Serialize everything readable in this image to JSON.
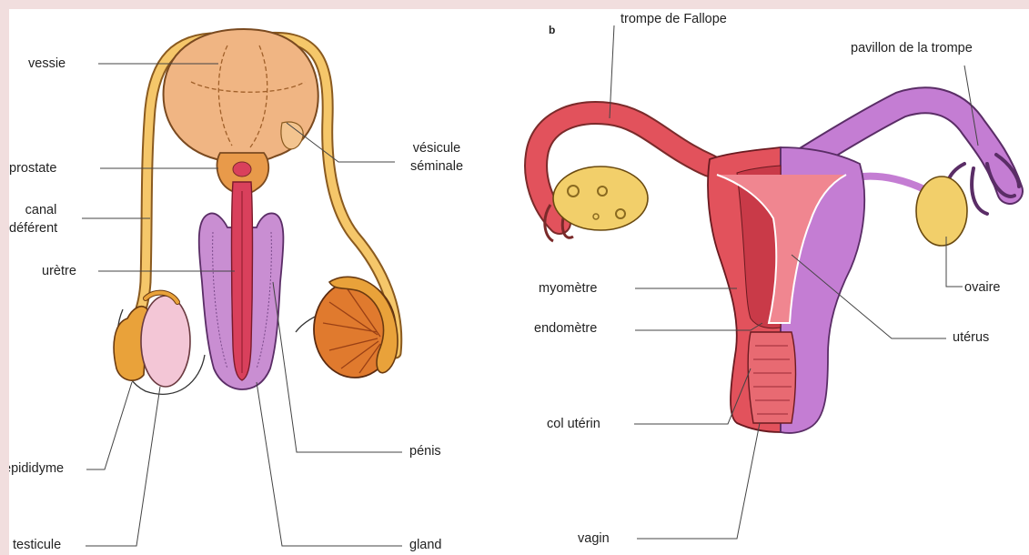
{
  "panel_b_letter": "b",
  "male": {
    "labels": {
      "vessie": "vessie",
      "prostate": "prostate",
      "canal_line1": "canal",
      "canal_line2": "déférent",
      "uretre": "urètre",
      "epididyme": "épididyme",
      "testicule": "testicule",
      "vesicule_line1": "vésicule",
      "vesicule_line2": "séminale",
      "penis": "pénis",
      "gland": "gland"
    }
  },
  "female": {
    "labels": {
      "trompe": "trompe de Fallope",
      "pavillon": "pavillon de la trompe",
      "myometre": "myomètre",
      "endometre": "endomètre",
      "col": "col utérin",
      "vagin": "vagin",
      "ovaire": "ovaire",
      "uterus": "utérus"
    }
  },
  "colors": {
    "background": "#f1dede",
    "bladder": "#f0b583",
    "duct": "#f5c76a",
    "penis_purple": "#c98ed2",
    "urethra_red": "#d9405c",
    "testis_orange": "#e07a2e",
    "uterus_red": "#e2525c",
    "tube_purple": "#c47dd3",
    "ovary_yellow": "#f2cf6a"
  }
}
